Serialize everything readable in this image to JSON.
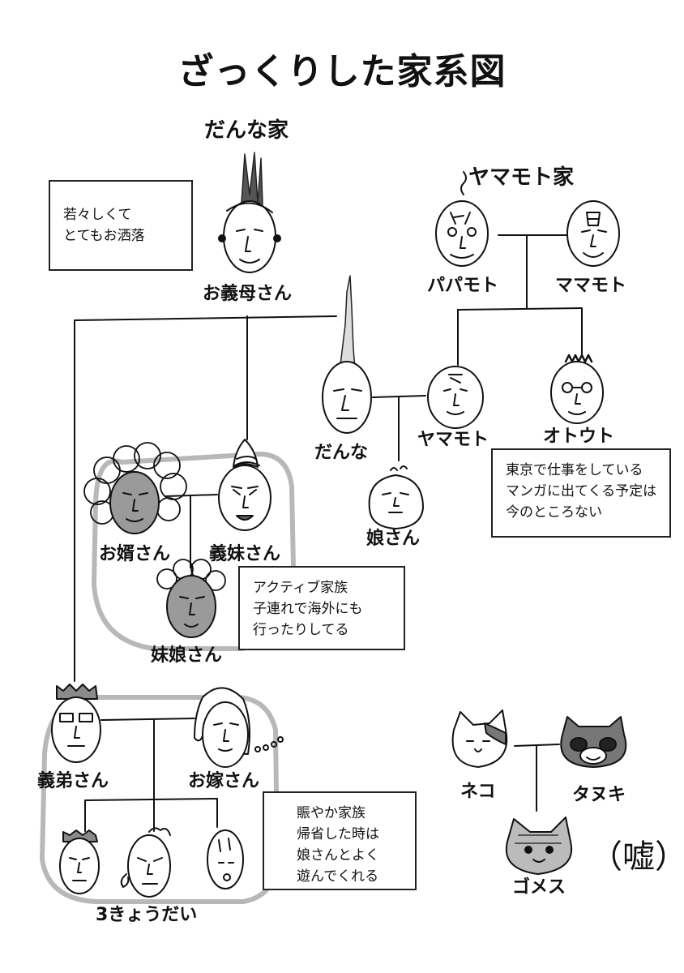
{
  "title": "ざっくりした家系図",
  "families": {
    "danna": "だんな家",
    "yamamoto": "ヤマモト家"
  },
  "people": {
    "mother_in_law": "お義母さん",
    "papamoto": "パパモト",
    "mamamoto": "ママモト",
    "danna": "だんな",
    "yamamoto": "ヤマモト",
    "otouto": "オトウト",
    "daughter": "娘さん",
    "son_in_law": "お婿さん",
    "sister_in_law": "義妹さん",
    "niece": "妹娘さん",
    "brother_in_law": "義弟さん",
    "brothers_wife": "お嫁さん",
    "three_kids": "3きょうだい"
  },
  "pets": {
    "cat": "ネコ",
    "tanuki": "タヌキ",
    "gomesu": "ゴメス",
    "lie": "（嘘）"
  },
  "notes": {
    "mother": [
      "若々しくて",
      "とてもお洒落"
    ],
    "otouto": [
      "東京で仕事をしている",
      "マンガに出てくる予定は",
      "今のところない"
    ],
    "active": [
      "アクティブ家族",
      "子連れで海外にも",
      "行ったりしてる"
    ],
    "lively": [
      "賑やか家族",
      "帰省した時は",
      "娘さんとよく",
      "遊んでくれる"
    ]
  },
  "colors": {
    "ink": "#111111",
    "group_outline": "#b8b8b8",
    "shade": "#9a9a9a"
  }
}
